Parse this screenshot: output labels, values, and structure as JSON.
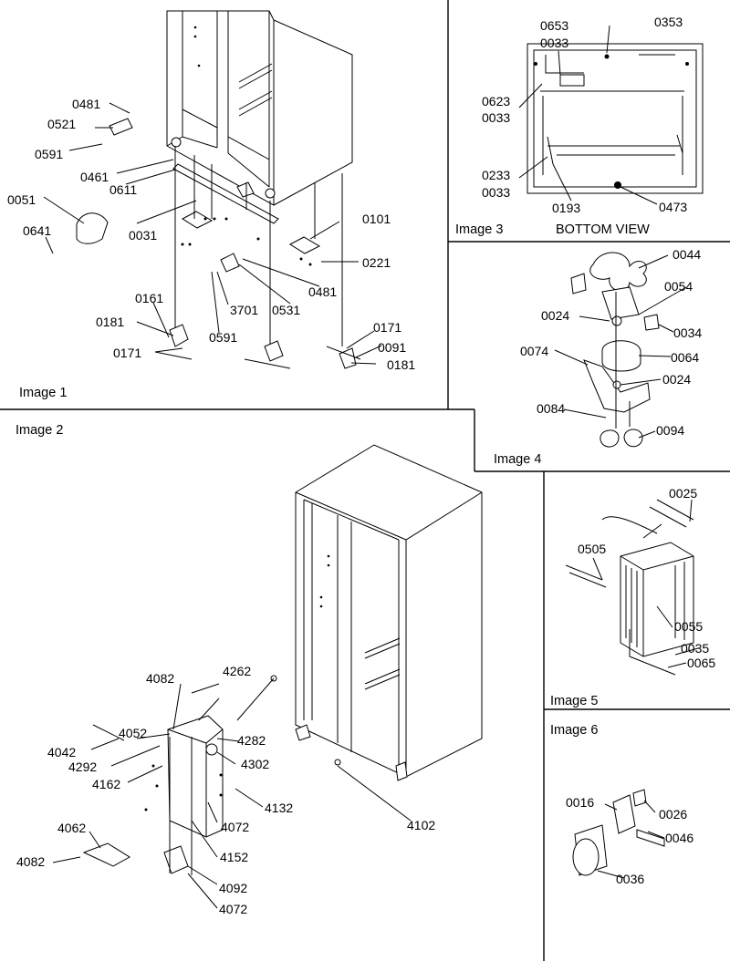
{
  "panels": [
    {
      "caption": "Image 1"
    },
    {
      "caption": "Image 2"
    },
    {
      "caption": "Image 3",
      "subcaption": "BOTTOM VIEW"
    },
    {
      "caption": "Image 4"
    },
    {
      "caption": "Image 5"
    },
    {
      "caption": "Image 6"
    }
  ],
  "callouts": {
    "image1": [
      "0481",
      "0521",
      "0591",
      "0461",
      "0611",
      "0051",
      "0641",
      "0031",
      "0101",
      "0221",
      "0481",
      "0531",
      "3701",
      "0591",
      "0161",
      "0181",
      "0171",
      "0171",
      "0091",
      "0181"
    ],
    "image2": [
      "4082",
      "4262",
      "4052",
      "4042",
      "4292",
      "4162",
      "4282",
      "4302",
      "4132",
      "4072",
      "4062",
      "4082",
      "4152",
      "4092",
      "4072",
      "4102"
    ],
    "image3": [
      "0653",
      "0033",
      "0353",
      "0623",
      "0033",
      "0233",
      "0033",
      "0193",
      "0473"
    ],
    "image4": [
      "0044",
      "0054",
      "0024",
      "0034",
      "0074",
      "0064",
      "0024",
      "0084",
      "0094"
    ],
    "image5": [
      "0025",
      "0505",
      "0055",
      "0035",
      "0065"
    ],
    "image6": [
      "0016",
      "0026",
      "0046",
      "0036"
    ]
  }
}
